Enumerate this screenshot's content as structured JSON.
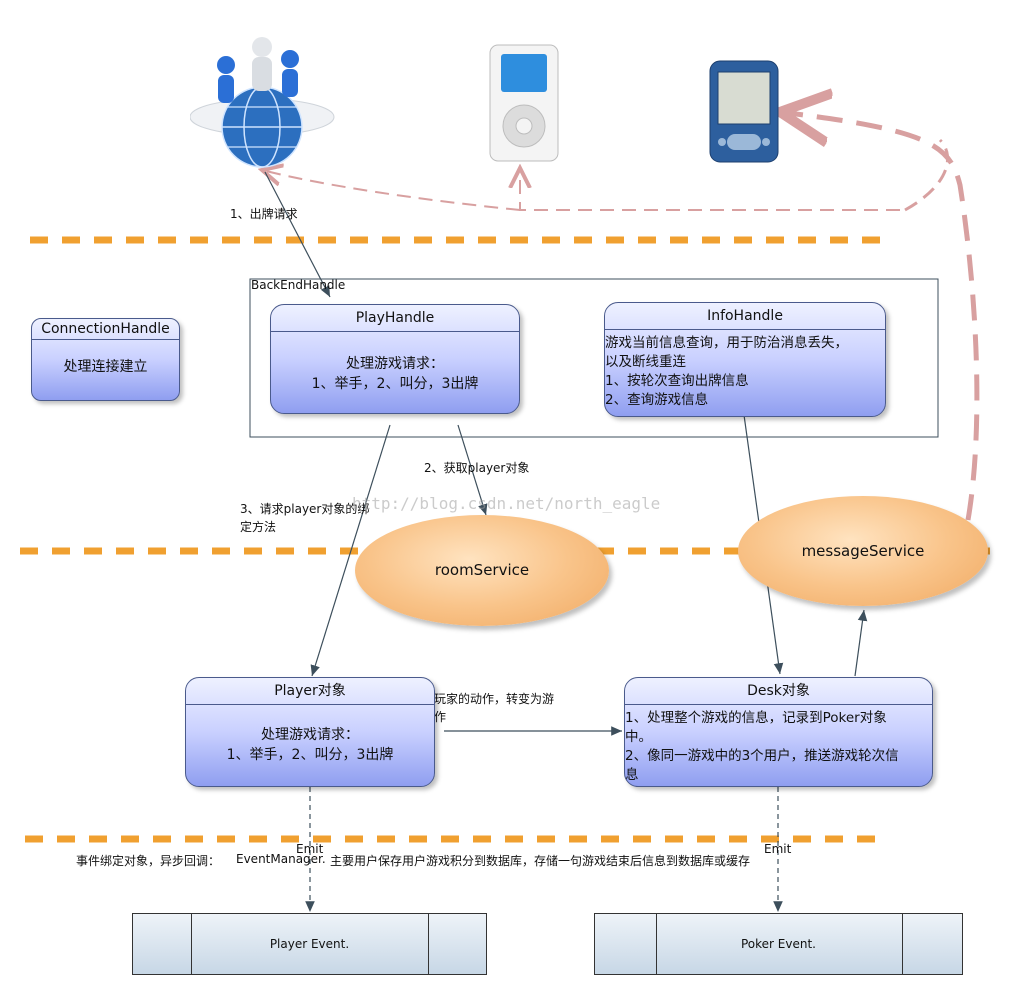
{
  "labels": {
    "play_request": "1、出牌请求",
    "get_player": "2、获取player对象",
    "request_player_line1": "3、请求player对象的绑",
    "request_player_line2": "定方法",
    "player_action_line1": "玩家的动作，转变为游",
    "player_action_line2": "作",
    "watermark": "http://blog.csdn.net/north_eagle",
    "emit_left": "Emit",
    "emit_right": "Emit",
    "event_bind": "事件绑定对象，异步回调：",
    "event_manager": "EventManager.",
    "event_manager_desc": "主要用户保存用户游戏积分到数据库，存储一句游戏结束后信息到数据库或缓存"
  },
  "backend": {
    "title": "BackEndHandle",
    "play_handle": {
      "title": "PlayHandle",
      "line1": "处理游戏请求：",
      "line2": "1、举手，2、叫分，3出牌"
    },
    "info_handle": {
      "title": "InfoHandle",
      "line1": "游戏当前信息查询，用于防治消息丢失，",
      "line2": "以及断线重连",
      "line3": "1、按轮次查询出牌信息",
      "line4": "2、查询游戏信息"
    }
  },
  "connection_handle": {
    "title": "ConnectionHandle",
    "line1": "处理连接建立"
  },
  "services": {
    "room": "roomService",
    "message": "messageService"
  },
  "player_obj": {
    "title": "Player对象",
    "line1": "处理游戏请求：",
    "line2": "1、举手，2、叫分，3出牌"
  },
  "desk_obj": {
    "title": "Desk对象",
    "line1": "1、处理整个游戏的信息，记录到Poker对象",
    "line2": "中。",
    "line3": "2、像同一游戏中的3个用户，推送游戏轮次信",
    "line4": "息"
  },
  "events": {
    "player": "Player Event.",
    "poker": "Poker Event."
  },
  "devices": [
    "globe-users-icon",
    "ipod-icon",
    "pda-icon"
  ],
  "colors": {
    "dashed_orange": "#f0a030",
    "dashed_pink": "#d8a0a0",
    "box_blue": "#8f9ef0",
    "service_orange": "#f9c48a"
  }
}
